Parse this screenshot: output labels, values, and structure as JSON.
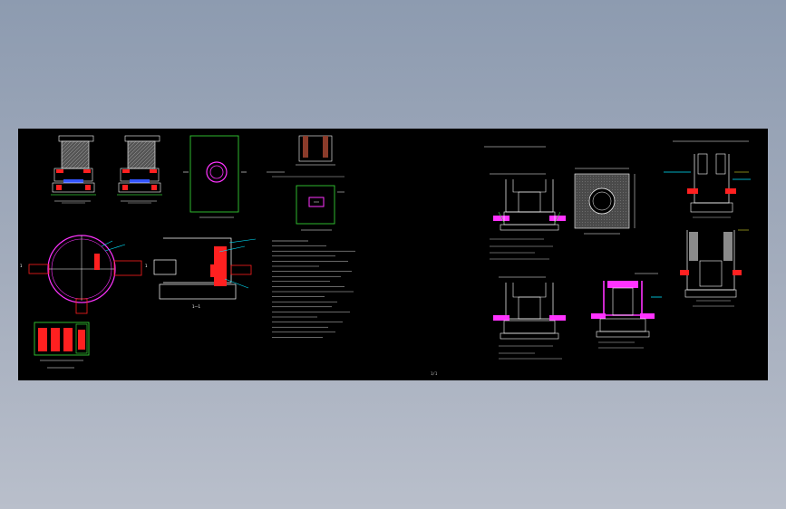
{
  "app": {
    "background_top": "#8d9bb0",
    "background_bottom": "#b9bfcb",
    "sheet_color": "#000000"
  },
  "drawing": {
    "colors": {
      "line": "#ffffff",
      "green": "#33cc33",
      "red": "#ff2020",
      "magenta": "#ff33ff",
      "cyan": "#00e5ff",
      "yellow": "#ffff33",
      "blue": "#3355ff",
      "gray": "#8a8a8a",
      "brown": "#8a3b2a"
    },
    "sheet_label": "1/1",
    "section_marks": [
      "1",
      "1"
    ],
    "section_title": "1—1"
  }
}
